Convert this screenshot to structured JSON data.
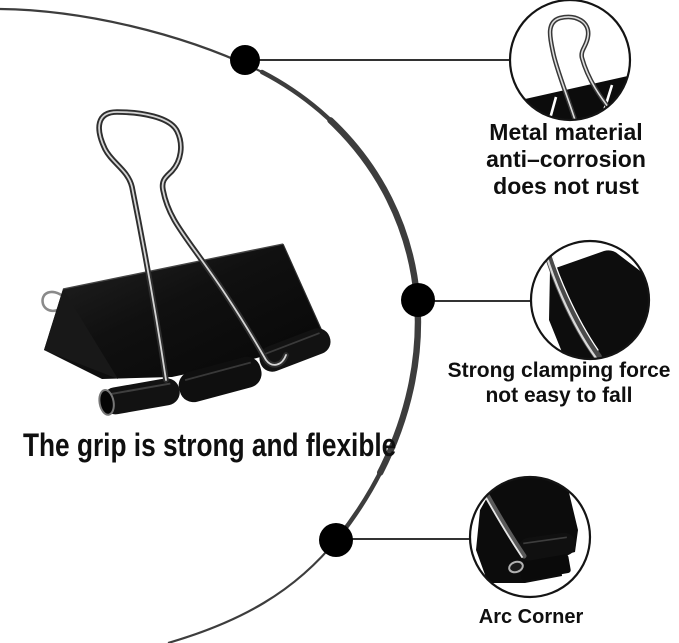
{
  "image": {
    "kind": "product-feature-annotation",
    "caption": {
      "text": "The grip is strong and flexible"
    },
    "callouts": [
      {
        "name": "metal-material",
        "lines": [
          "Metal material",
          "anti–corrosion",
          "does not rust"
        ]
      },
      {
        "name": "clamping-force",
        "lines": [
          "Strong clamping force",
          "not easy to fall"
        ]
      },
      {
        "name": "arc-corner",
        "lines": [
          "Arc Corner"
        ]
      }
    ],
    "icons": [
      "binder-clip-photo",
      "zoom-circle-metal-handle",
      "zoom-circle-clamping-edge",
      "zoom-circle-arc-corner"
    ],
    "colors": {
      "background": "#ffffff",
      "ink": "#0f0f0f",
      "arc_stroke": "#3d3d3d",
      "clip_black": "#0f0f0f",
      "metal_highlight": "#d6d6d6",
      "metal_shadow": "#3a3a3a"
    }
  }
}
